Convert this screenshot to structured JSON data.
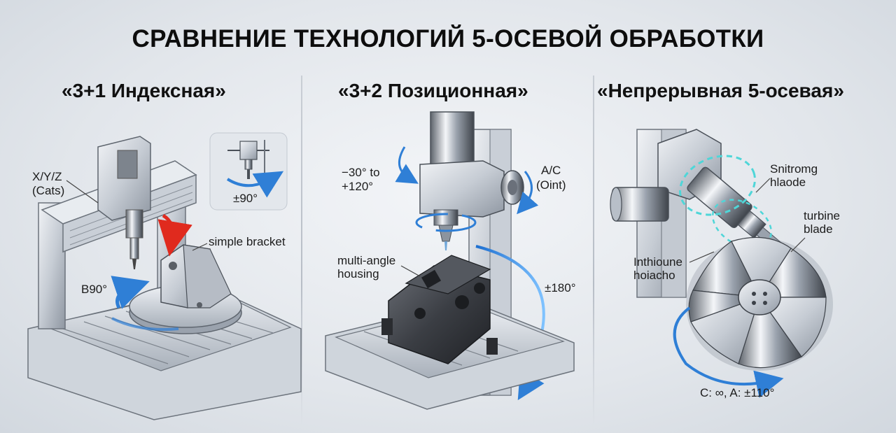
{
  "title": "СРАВНЕНИЕ ТЕХНОЛОГИЙ 5-ОСЕВОЙ ОБРАБОТКИ",
  "panels": [
    {
      "heading": "«3+1 Индексная»",
      "labels": {
        "axes": "X/Y/Z",
        "axes_sub": "(Cats)",
        "rotation": "±90°",
        "part": "simple bracket",
        "b_axis": "B90°"
      }
    },
    {
      "heading": "«3+2 Позиционная»",
      "labels": {
        "tilt_range_line1": "−30° to",
        "tilt_range_line2": "+120°",
        "axes": "A/C",
        "axes_sub": "(Oint)",
        "part_line1": "multi-angle",
        "part_line2": "housing",
        "rotation": "±180°"
      }
    },
    {
      "heading": "«Непрерывная 5-осевая»",
      "labels": {
        "top_line1": "Snitromg",
        "top_line2": "hlaode",
        "part_line1": "turbine",
        "part_line2": "blade",
        "left_line1": "Inthioune",
        "left_line2": "hoiacho",
        "axes": "C: ∞, A: ±110°"
      }
    }
  ],
  "colors": {
    "accent_blue": "#2f7fd6",
    "accent_cyan": "#4fd6d8",
    "arrow_red": "#e02a1e",
    "metal_dark": "#3a3d42"
  },
  "icons": [
    "spindle-icon",
    "rotation-arrow-icon"
  ]
}
